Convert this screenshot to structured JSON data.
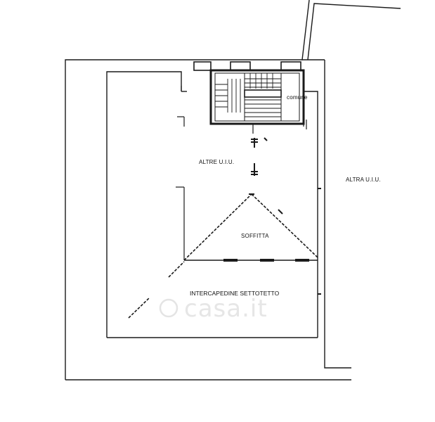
{
  "labels": {
    "comune": "comune",
    "altre_uiu": "ALTRE U.I.U.",
    "altra_uiu": "ALTRA U.I.U.",
    "soffitta": "SOFFITTA",
    "intercapedine": "INTERCAPEDINE SETTOTETTO"
  },
  "watermark": {
    "text": "casa.it"
  },
  "colors": {
    "line": "#1a1a1a",
    "wall": "#222222",
    "watermark": "#e6e6e6",
    "background": "#ffffff"
  }
}
